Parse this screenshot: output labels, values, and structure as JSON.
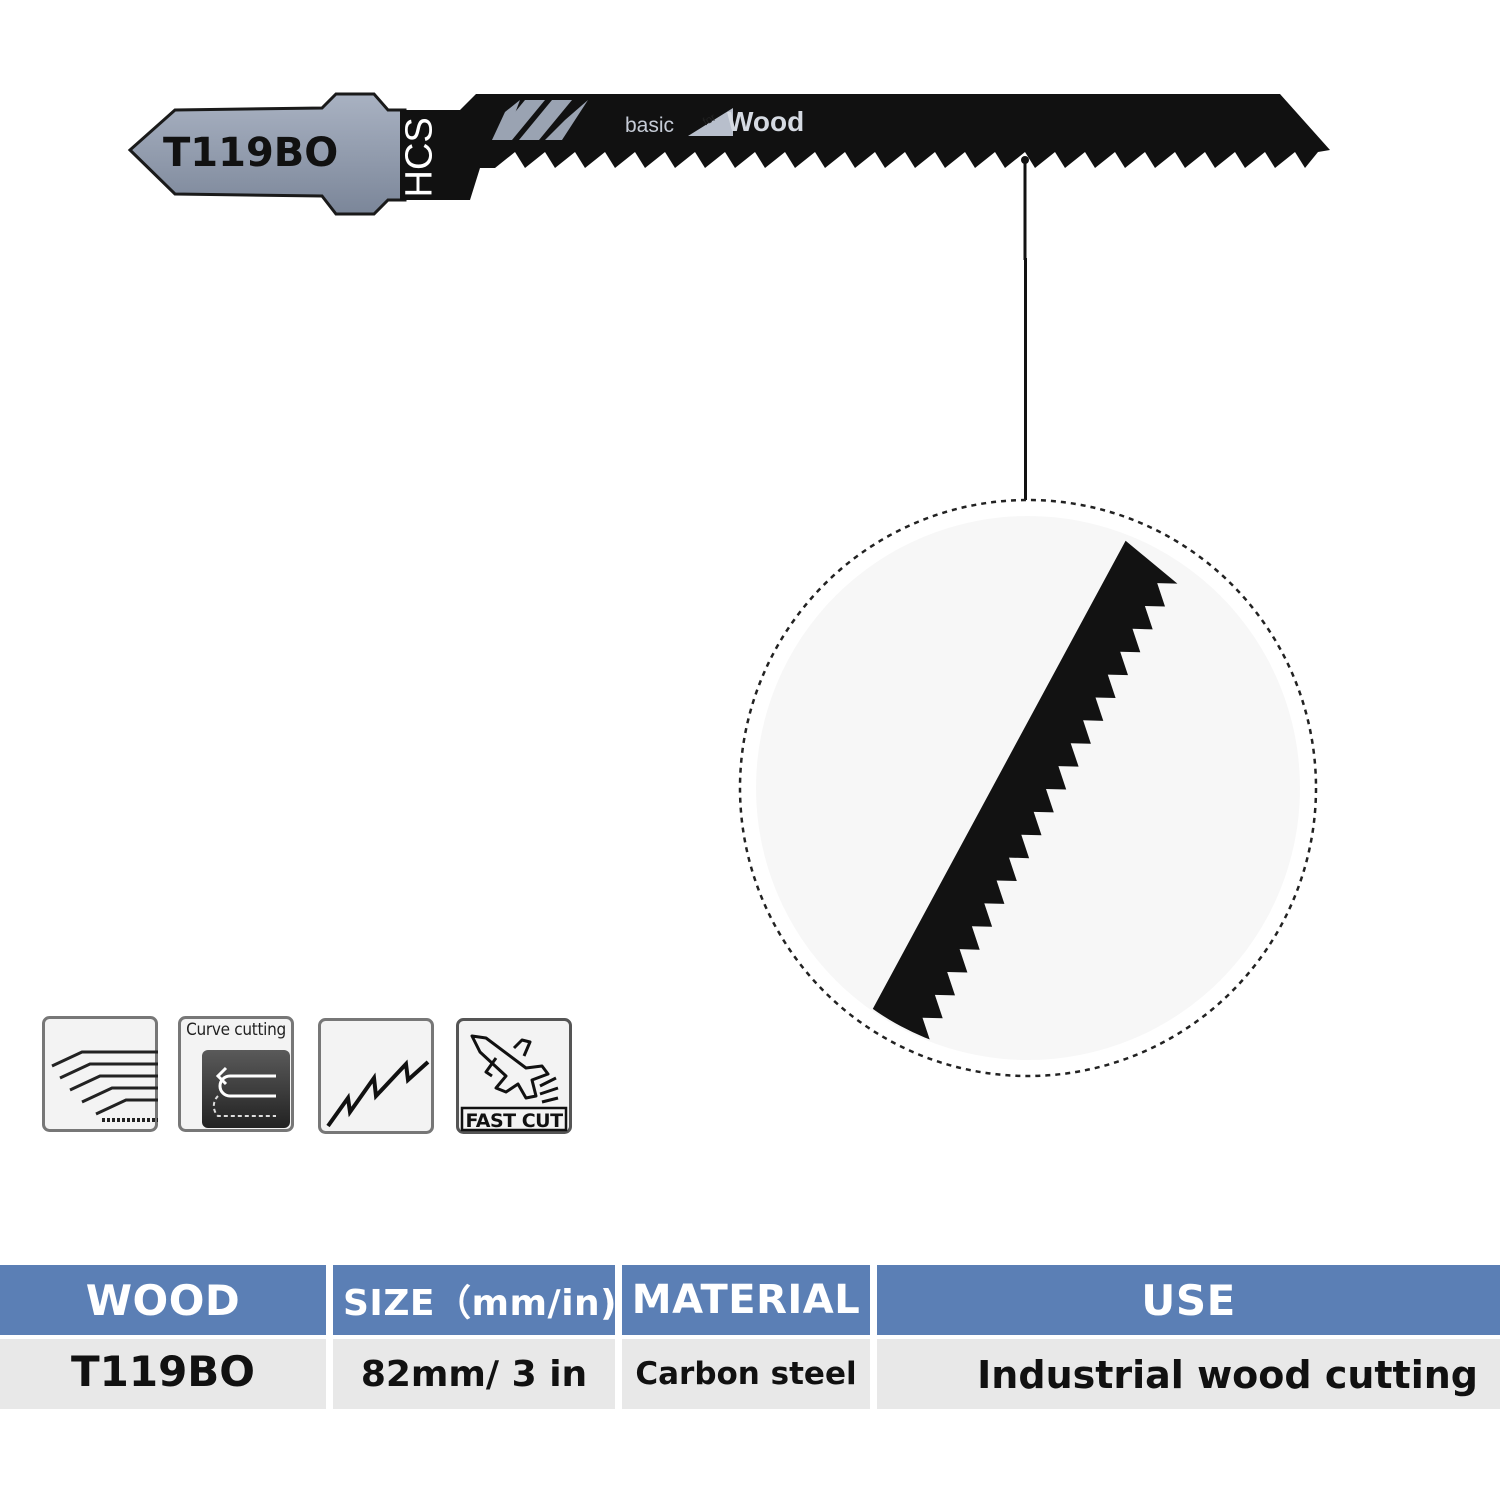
{
  "product": {
    "model": "T119BO",
    "steel_code": "HCS",
    "blade_text_basic": "basic",
    "blade_text_for": "for",
    "blade_text_wood": "Wood"
  },
  "features": {
    "curve_label": "Curve cutting",
    "fast_label": "FAST CUT"
  },
  "table": {
    "headers": [
      "WOOD",
      "SIZE（mm/in)",
      "MATERIAL",
      "USE"
    ],
    "row": [
      "T119BO",
      "82mm/ 3 in",
      "Carbon steel",
      "Industrial wood cutting"
    ]
  },
  "colors": {
    "header_bg": "#5b7fb5",
    "row_bg": "#e8e8e8",
    "blade": "#111111",
    "shank": "#8e99ab"
  },
  "icons": [
    "splintering-icon",
    "curve-cutting-icon",
    "saw-tooth-icon",
    "fast-cut-jet-icon"
  ]
}
